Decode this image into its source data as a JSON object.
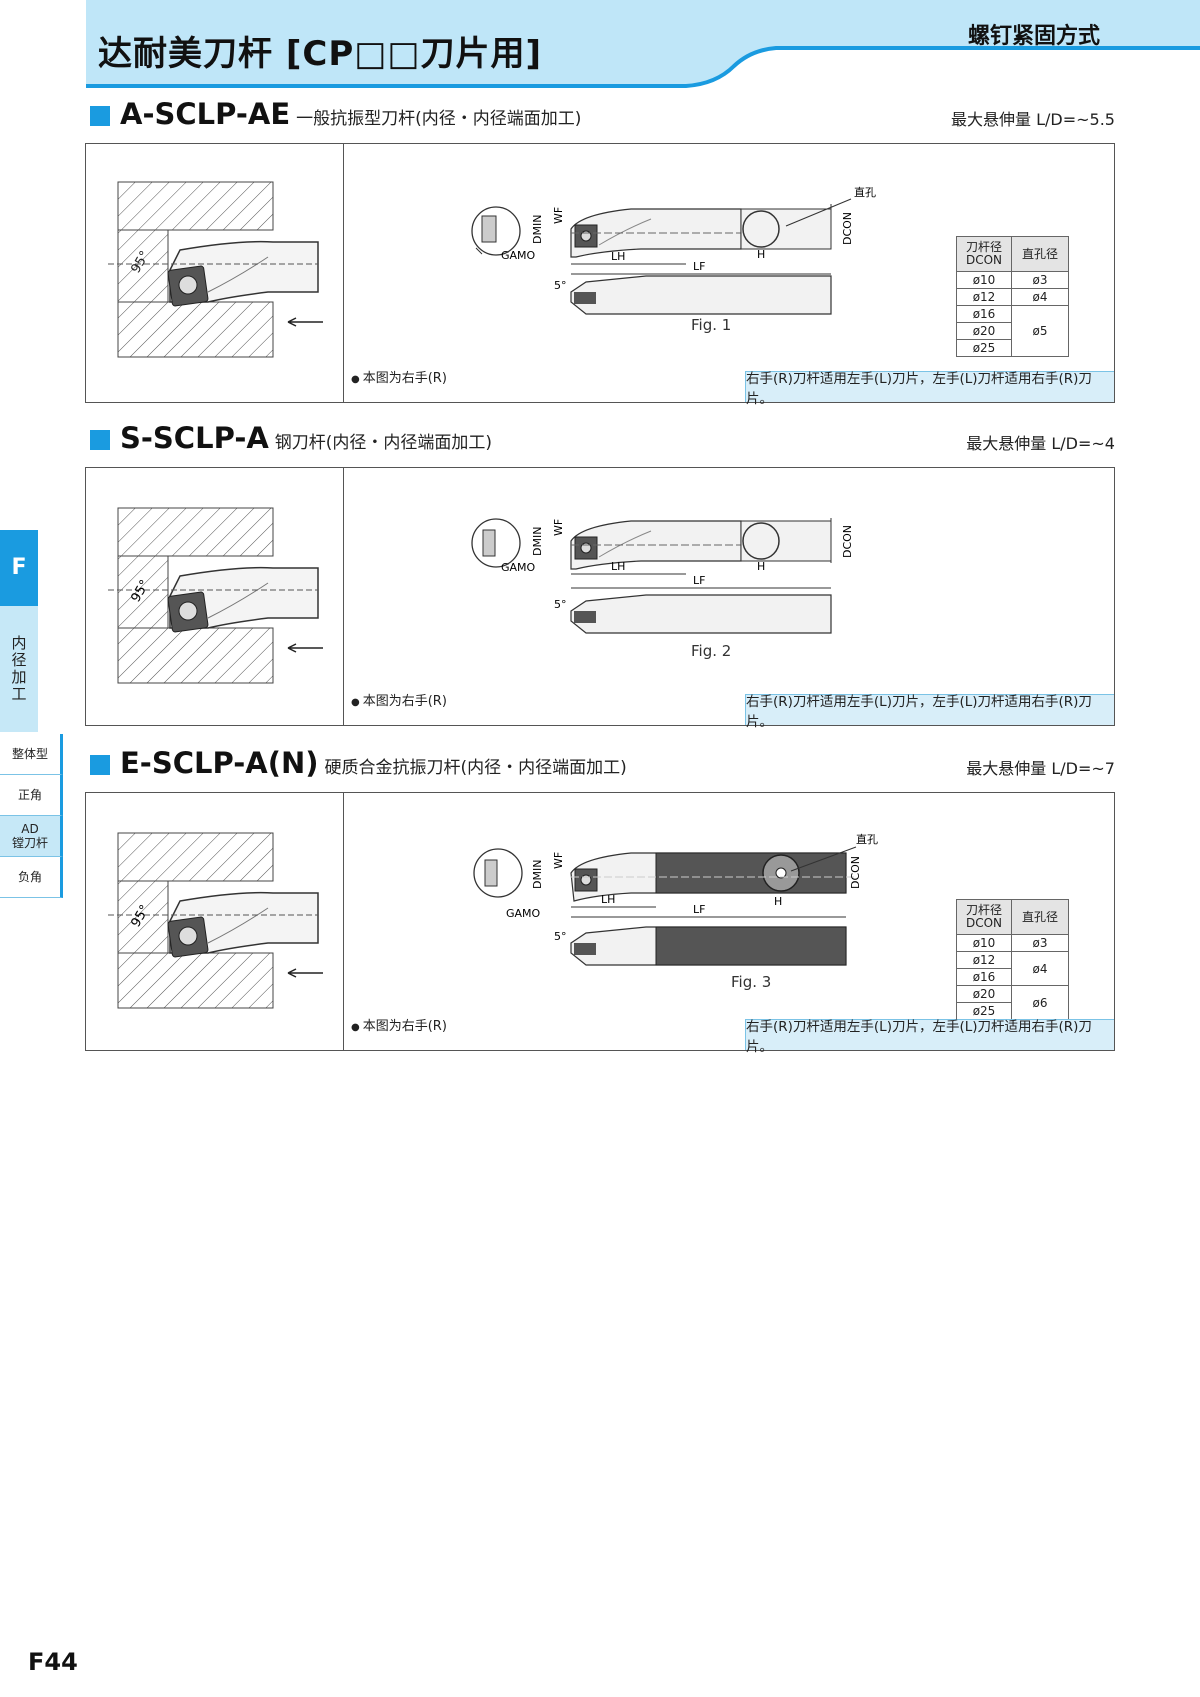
{
  "header": {
    "title": "达耐美刀杆 [CP□□刀片用]",
    "method": "螺钉紧固方式"
  },
  "sidebar": {
    "section_letter": "F",
    "section_name": "内径加工",
    "sub_items": [
      "整体型",
      "正角",
      "AD\n镗刀杆",
      "负角"
    ]
  },
  "sections": [
    {
      "code": "A-SCLP-AE",
      "desc": "一般抗振型刀杆(内径・内径端面加工)",
      "ld": "最大悬伸量 L/D=~5.5",
      "fig": "Fig. 1",
      "note": "本图为右手(R)",
      "hand": "右手(R)刀杆适用左手(L)刀片，左手(L)刀杆适用右手(R)刀片。",
      "table": {
        "h1a": "刀杆径",
        "h1b": "DCON",
        "h2": "直孔径",
        "rows": [
          [
            "ø10",
            "ø3"
          ],
          [
            "ø12",
            "ø4"
          ],
          [
            "ø16",
            ""
          ],
          [
            "ø20",
            "ø5"
          ],
          [
            "ø25",
            ""
          ]
        ]
      }
    },
    {
      "code": "S-SCLP-A",
      "desc": "钢刀杆(内径・内径端面加工)",
      "ld": "最大悬伸量 L/D=~4",
      "fig": "Fig. 2",
      "note": "本图为右手(R)",
      "hand": "右手(R)刀杆适用左手(L)刀片，左手(L)刀杆适用右手(R)刀片。"
    },
    {
      "code": "E-SCLP-A(N)",
      "desc": "硬质合金抗振刀杆(内径・内径端面加工)",
      "ld": "最大悬伸量 L/D=~7",
      "fig": "Fig. 3",
      "note": "本图为右手(R)",
      "hand": "右手(R)刀杆适用左手(L)刀片，左手(L)刀杆适用右手(R)刀片。",
      "table": {
        "h1a": "刀杆径",
        "h1b": "DCON",
        "h2": "直孔径",
        "rows": [
          [
            "ø10",
            "ø3"
          ],
          [
            "ø12",
            "ø4"
          ],
          [
            "ø16",
            ""
          ],
          [
            "ø20",
            "ø6"
          ],
          [
            "ø25",
            ""
          ]
        ]
      }
    }
  ],
  "dims": {
    "dmin": "DMIN",
    "wf": "WF",
    "gamo": "GAMO",
    "lh": "LH",
    "lf": "LF",
    "h": "H",
    "dcon": "DCON",
    "hole": "直孔",
    "angle95": "95°",
    "angle5": "5°"
  },
  "page_number": "F44",
  "colors": {
    "accent": "#1a9be0",
    "light_blue": "#c6e8f7",
    "header_band": "#bfe6f8"
  }
}
